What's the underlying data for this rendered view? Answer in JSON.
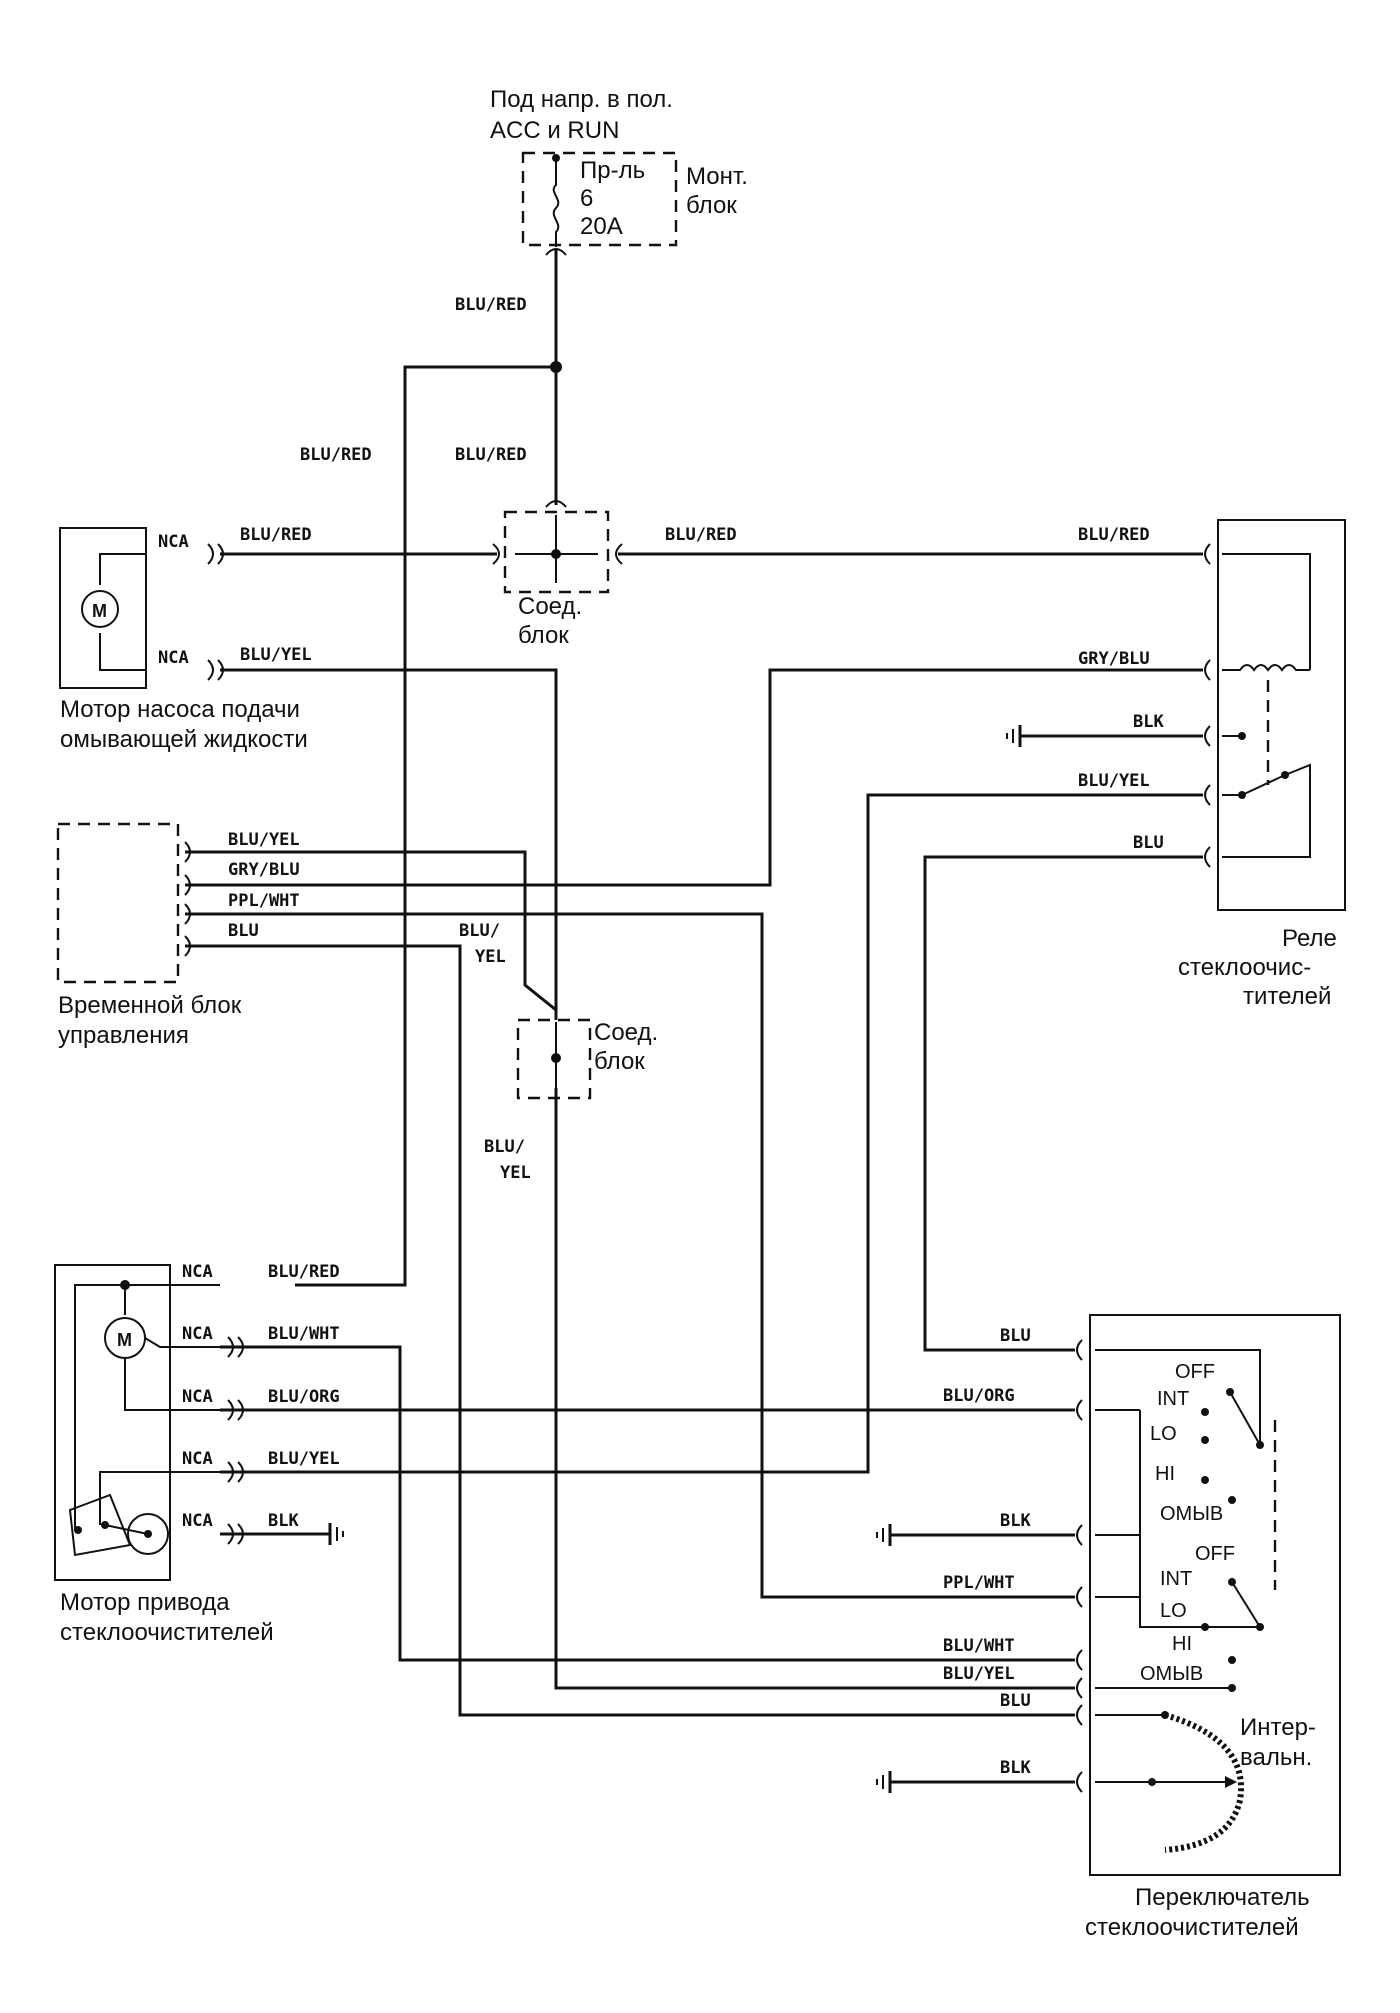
{
  "fuse": {
    "supply_line1": "Под напр. в пол.",
    "supply_line2": "ACC и RUN",
    "name_line1": "Пр-ль",
    "name_line2": "6",
    "name_line3": "20A",
    "block_line1": "Монт.",
    "block_line2": "блок"
  },
  "connector_block": {
    "line1": "Соед.",
    "line2": "блок"
  },
  "components": {
    "washer_motor": {
      "line1": "Мотор насоса подачи",
      "line2": "омывающей жидкости"
    },
    "timer_unit": {
      "line1": "Временной блок",
      "line2": "управления"
    },
    "wiper_motor": {
      "line1": "Мотор привода",
      "line2": "стеклоочистителей"
    },
    "wiper_relay": {
      "line1": "Реле",
      "line2": "стеклоочис-",
      "line3": "тителей"
    },
    "wiper_switch": {
      "line1": "Переключатель",
      "line2": "стеклоочистителей"
    }
  },
  "wire_codes": {
    "nca": "NCA",
    "blu_red": "BLU/RED",
    "blu_yel": "BLU/YEL",
    "gry_blu": "GRY/BLU",
    "ppl_wht": "PPL/WHT",
    "blu": "BLU",
    "blk": "BLK",
    "blu_wht": "BLU/WHT",
    "blu_org": "BLU/ORG",
    "blu_slash": "BLU/",
    "yel": "YEL"
  },
  "switch_positions": {
    "off": "OFF",
    "int": "INT",
    "lo": "LO",
    "hi": "HI",
    "wash": "ОМЫВ"
  },
  "interval": {
    "line1": "Интер-",
    "line2": "вальн."
  },
  "motor_symbol": "M"
}
